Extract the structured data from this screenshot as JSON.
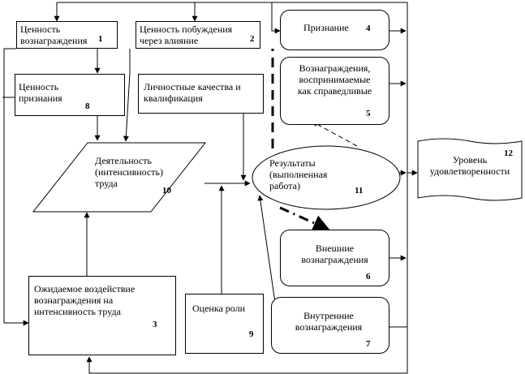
{
  "nodes": {
    "n1": {
      "label": "Ценность\nвознаграждения",
      "num": "1"
    },
    "n2": {
      "label": "Ценность побуждения\nчерез влияние",
      "num": "2"
    },
    "n3": {
      "label": "Ожидаемое воздействие\nвознаграждения на\nинтенсивность труда",
      "num": "3"
    },
    "n4": {
      "label": "Признание",
      "num": "4"
    },
    "n5": {
      "label": "Вознаграждения,\nвоспринимаемые\nкак справедливые",
      "num": "5"
    },
    "n6": {
      "label": "Внешние\nвознаграждения",
      "num": "6"
    },
    "n7": {
      "label": "Внутренние\nвознаграждения",
      "num": "7"
    },
    "n8": {
      "label": "Ценность\nпризнания",
      "num": "8"
    },
    "n9": {
      "label": "Оценка роли",
      "num": "9"
    },
    "n10": {
      "label": "Деятельность\n(интенсивность)\nтруда",
      "num": "10"
    },
    "n11": {
      "label": "Результаты\n(выполненная\nработа)",
      "num": "11"
    },
    "n12": {
      "label": "Уровень\nудовлетворенности",
      "num": "12"
    },
    "quals": {
      "label": "Личностные качества и\nквалификация"
    }
  }
}
